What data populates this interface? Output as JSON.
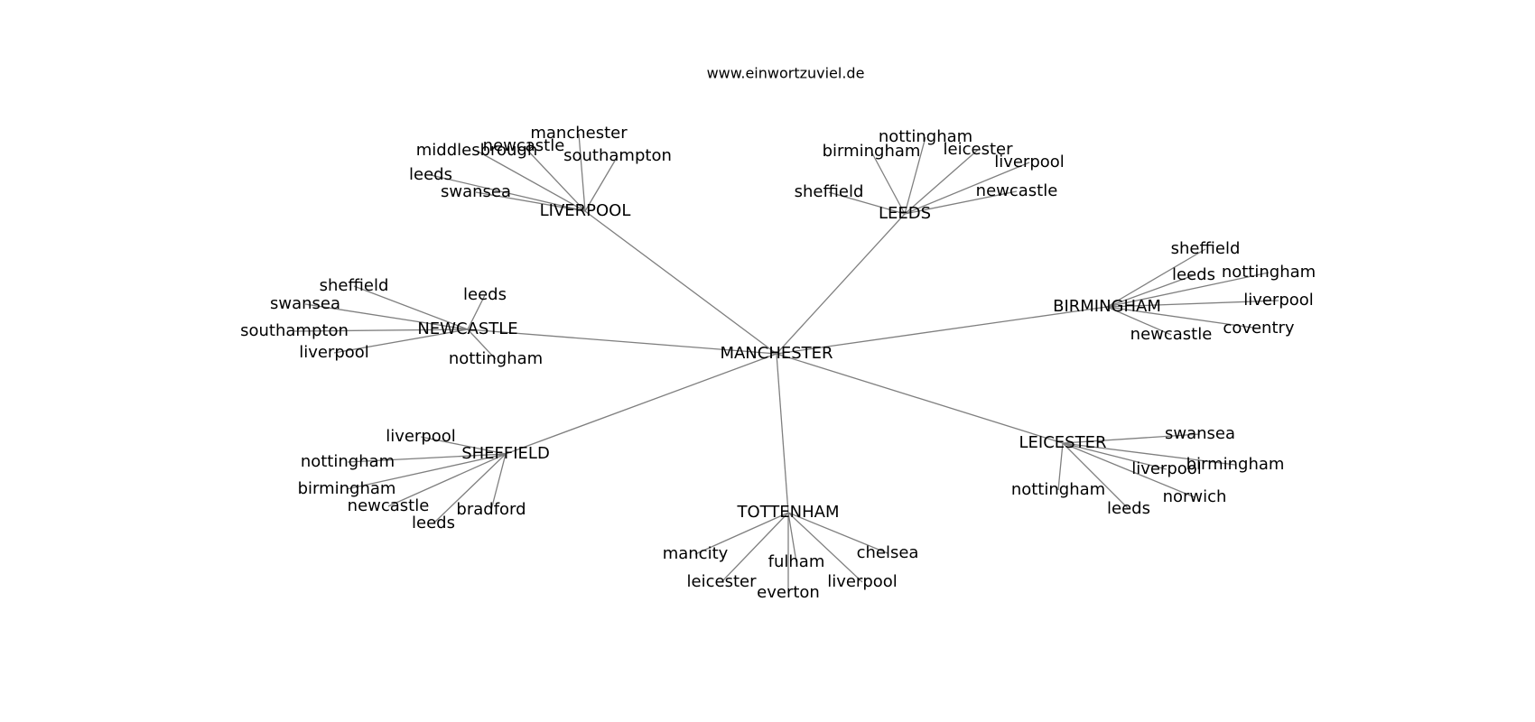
{
  "watermark": "www.einwortzuviel.de",
  "colors": {
    "background": "#ffffff",
    "edge": "#7f7f7f",
    "text": "#000000"
  },
  "diagram": {
    "center": "MANCHESTER",
    "hubs": [
      {
        "label": "LIVERPOOL",
        "leaves": [
          "manchester",
          "newcastle",
          "middlesbrough",
          "southampton",
          "leeds",
          "swansea"
        ]
      },
      {
        "label": "LEEDS",
        "leaves": [
          "nottingham",
          "birmingham",
          "leicester",
          "liverpool",
          "sheffield",
          "newcastle"
        ]
      },
      {
        "label": "BIRMINGHAM",
        "leaves": [
          "sheffield",
          "leeds",
          "nottingham",
          "liverpool",
          "coventry",
          "newcastle"
        ]
      },
      {
        "label": "NEWCASTLE",
        "leaves": [
          "sheffield",
          "swansea",
          "leeds",
          "southampton",
          "liverpool",
          "nottingham"
        ]
      },
      {
        "label": "SHEFFIELD",
        "leaves": [
          "liverpool",
          "nottingham",
          "birmingham",
          "newcastle",
          "bradford",
          "leeds"
        ]
      },
      {
        "label": "TOTTENHAM",
        "leaves": [
          "mancity",
          "chelsea",
          "fulham",
          "leicester",
          "liverpool",
          "everton"
        ]
      },
      {
        "label": "LEICESTER",
        "leaves": [
          "swansea",
          "birmingham",
          "liverpool",
          "nottingham",
          "norwich",
          "leeds"
        ]
      }
    ]
  }
}
